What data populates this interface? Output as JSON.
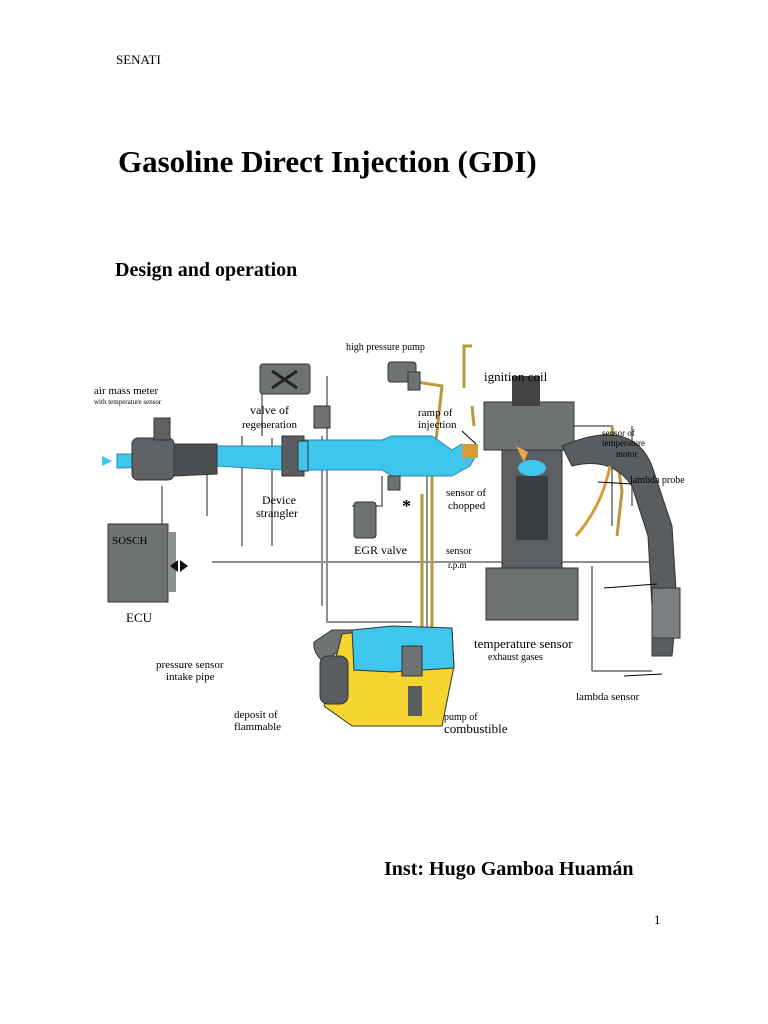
{
  "header": {
    "organization": "SENATI"
  },
  "document": {
    "title": "Gasoline Direct Injection (GDI)",
    "section_heading": "Design and operation",
    "instructor": "Inst: Hugo Gamboa Huamán",
    "page_number": "1"
  },
  "diagram": {
    "labels": {
      "high_pressure_pump": "high pressure pump",
      "ignition_coil": "ignition coil",
      "air_mass_meter": "air mass meter",
      "air_mass_meter_sub": "with temperature sensor",
      "valve_of": "valve of",
      "regeneration": "regeneration",
      "ramp_of": "ramp of",
      "injection": "injection",
      "sensor_of": "sensor of",
      "temperature": "temperature",
      "motor": "motor",
      "lambda_probe": "lambda probe",
      "device": "Device",
      "strangler": "strangler",
      "sensor_of_chopped_1": "sensor of",
      "chopped": "chopped",
      "ecu_brand": "SOSCH",
      "ecu": "ECU",
      "egr_valve": "EGR valve",
      "sensor_rpm": "sensor",
      "rpm": "r.p.m",
      "temperature_sensor": "temperature sensor",
      "exhaust_gases": "exhaust gases",
      "pressure_sensor": "pressure sensor",
      "intake_pipe": "intake pipe",
      "lambda_sensor": "lambda sensor",
      "deposit_of": "deposit of",
      "flammable": "flammable",
      "pump_of": "pump of",
      "combustible": "combustible",
      "asterisk": "*"
    },
    "colors": {
      "intake_air": "#3ec6ec",
      "fuel": "#f7d531",
      "engine": "#6f7273",
      "wire": "#8d8f91",
      "fuel_line": "#b89a3c"
    }
  }
}
